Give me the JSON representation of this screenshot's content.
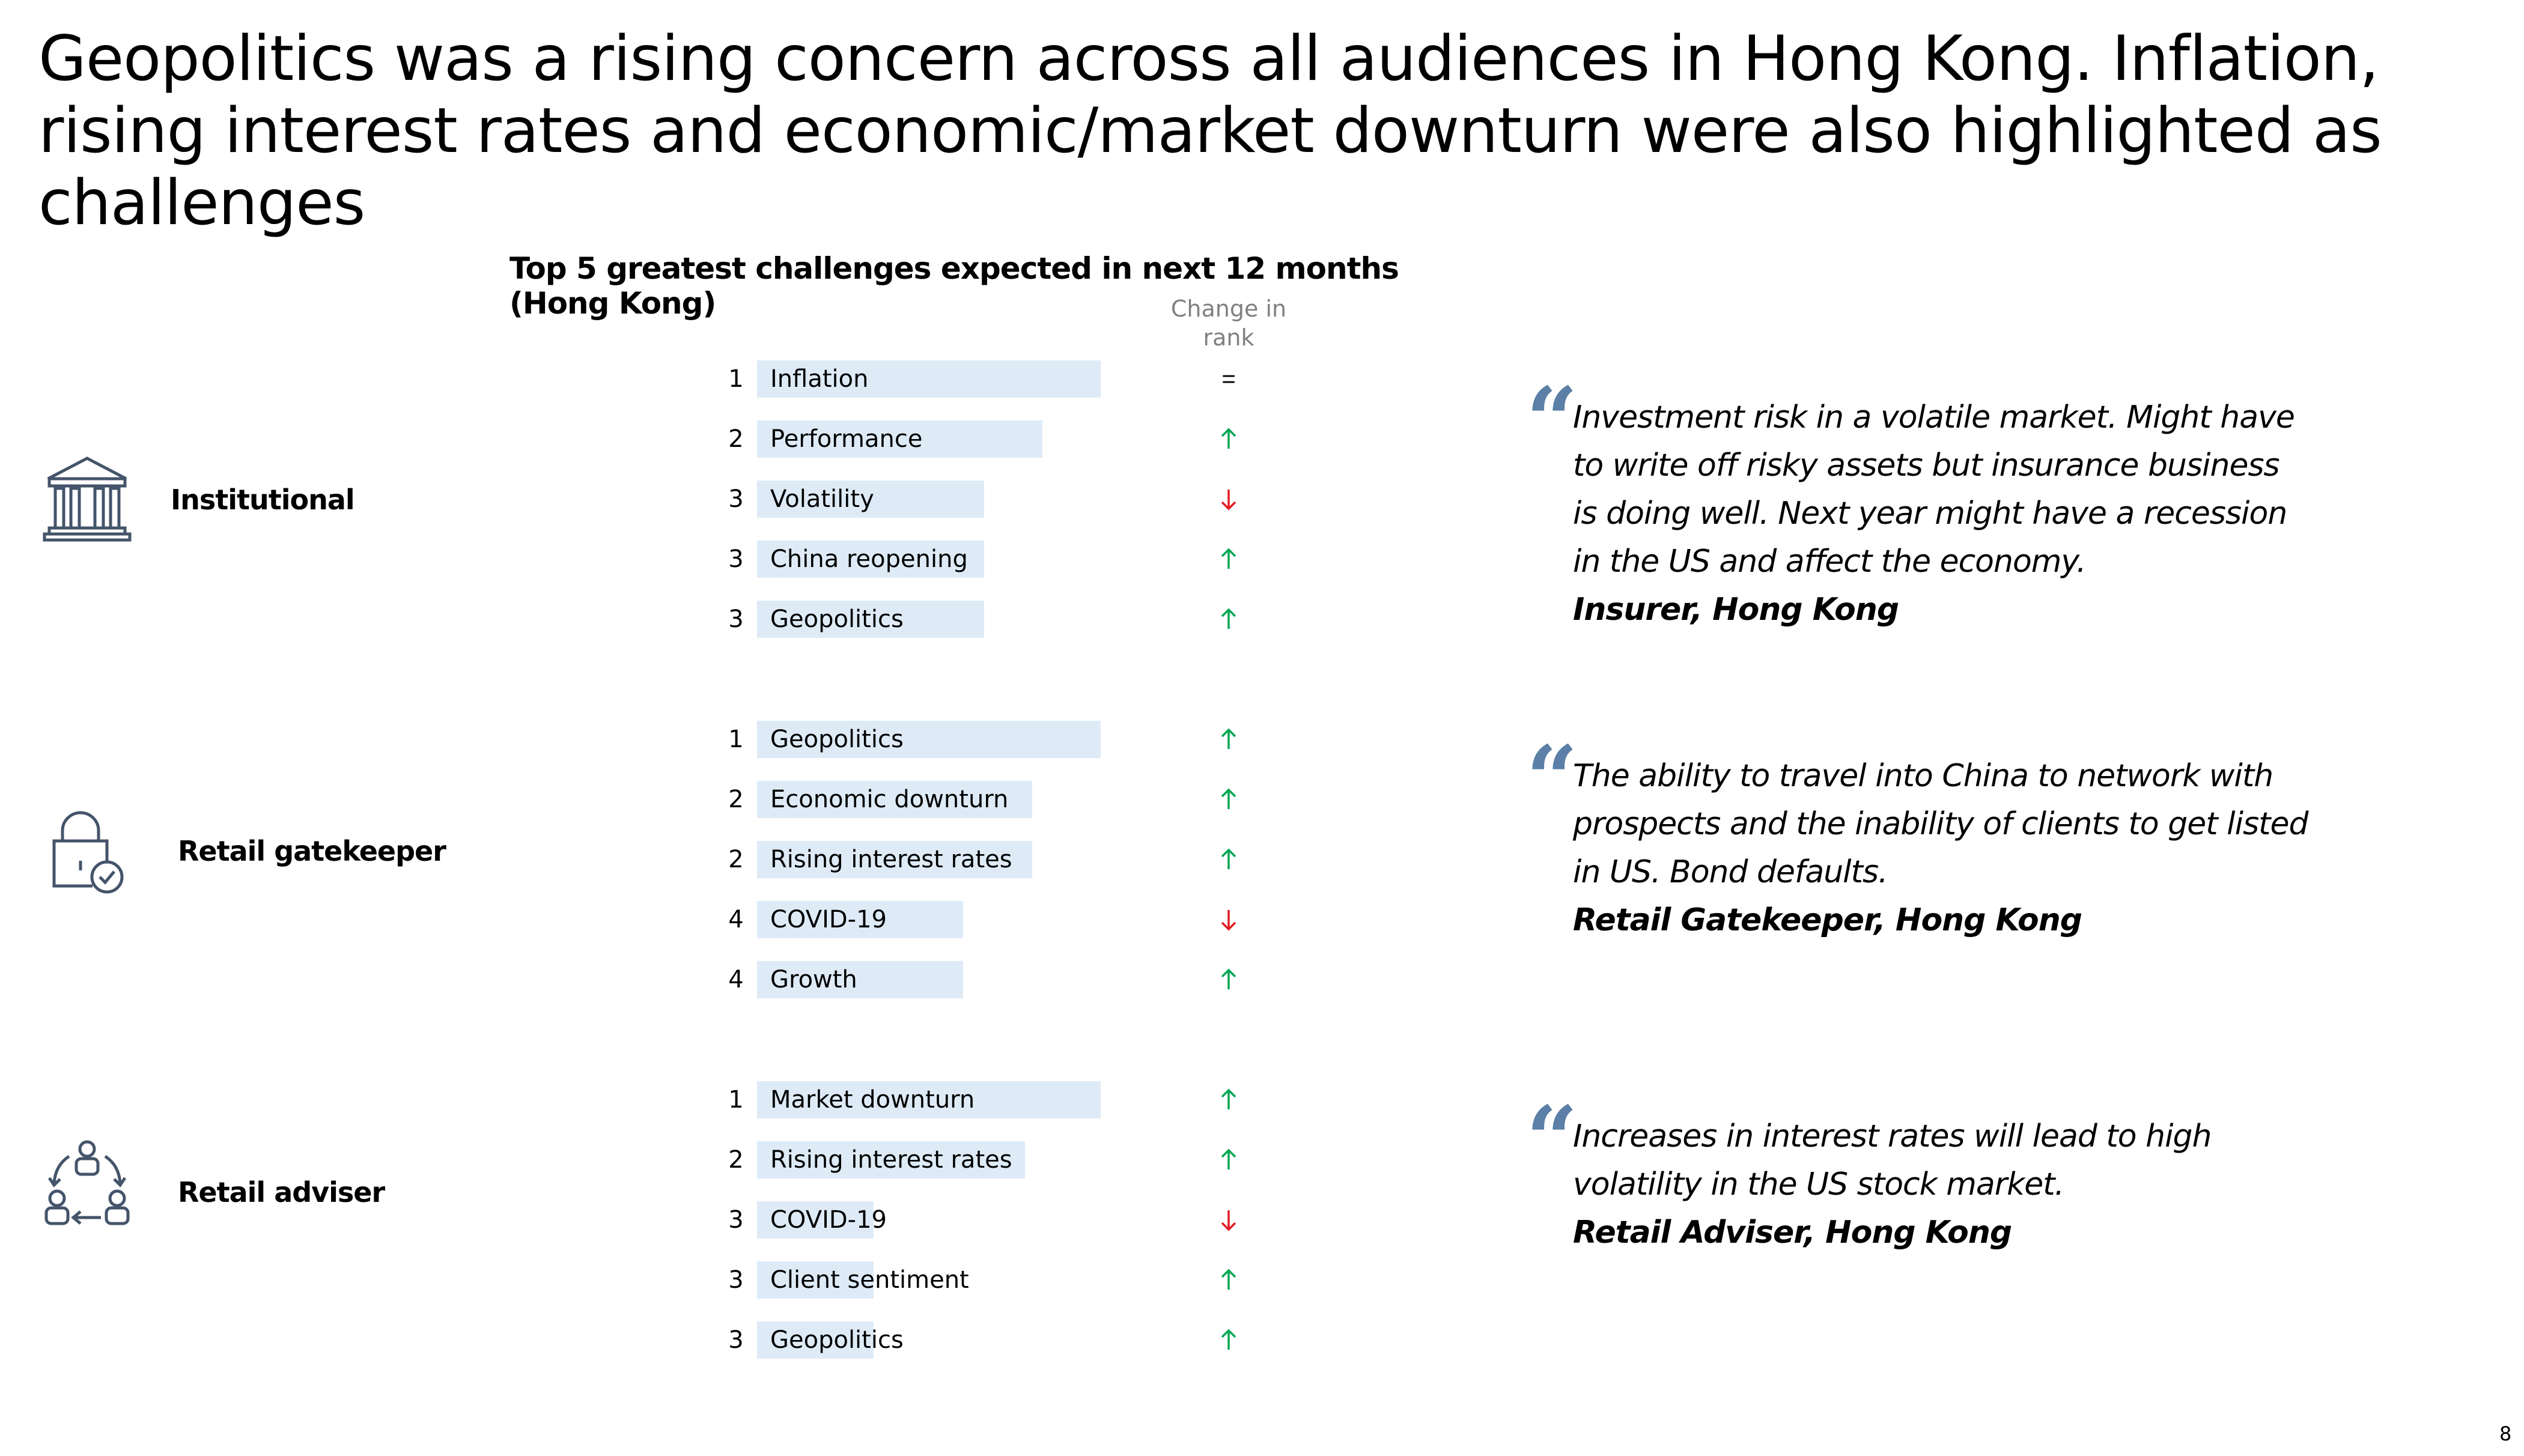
{
  "title": "Geopolitics was a rising concern across all audiences in Hong Kong. Inflation, rising interest rates and economic/market downturn were also highlighted as challenges",
  "chart_title": "Top 5 greatest challenges expected in next 12 months (Hong Kong)",
  "change_header": "Change in rank",
  "segments": [
    {
      "label": "Institutional",
      "icon": "bank-icon",
      "items": [
        {
          "rank": "1",
          "label": "Inflation",
          "bar": 1.0,
          "change": "same"
        },
        {
          "rank": "2",
          "label": "Performance",
          "bar": 0.83,
          "change": "up"
        },
        {
          "rank": "3",
          "label": "Volatility",
          "bar": 0.66,
          "change": "down"
        },
        {
          "rank": "3",
          "label": "China reopening",
          "bar": 0.66,
          "change": "up"
        },
        {
          "rank": "3",
          "label": "Geopolitics",
          "bar": 0.66,
          "change": "up"
        }
      ],
      "quote": {
        "text": "Investment risk in a volatile market. Might have to write off risky assets but insurance business is doing well. Next year might have a recession in the US and affect the economy.",
        "source": "Insurer, Hong Kong"
      }
    },
    {
      "label": "Retail gatekeeper",
      "icon": "lock-check-icon",
      "items": [
        {
          "rank": "1",
          "label": "Geopolitics",
          "bar": 1.0,
          "change": "up"
        },
        {
          "rank": "2",
          "label": "Economic downturn",
          "bar": 0.8,
          "change": "up"
        },
        {
          "rank": "2",
          "label": "Rising interest rates",
          "bar": 0.8,
          "change": "up"
        },
        {
          "rank": "4",
          "label": "COVID-19",
          "bar": 0.6,
          "change": "down"
        },
        {
          "rank": "4",
          "label": "Growth",
          "bar": 0.6,
          "change": "up"
        }
      ],
      "quote": {
        "text": "The ability to travel into China to network with prospects and the inability of clients to get listed in US. Bond defaults.",
        "source": "Retail Gatekeeper, Hong Kong"
      }
    },
    {
      "label": "Retail adviser",
      "icon": "people-cycle-icon",
      "items": [
        {
          "rank": "1",
          "label": "Market downturn",
          "bar": 1.0,
          "change": "up"
        },
        {
          "rank": "2",
          "label": "Rising interest rates",
          "bar": 0.78,
          "change": "up"
        },
        {
          "rank": "3",
          "label": "COVID-19",
          "bar": 0.34,
          "change": "down"
        },
        {
          "rank": "3",
          "label": "Client sentiment",
          "bar": 0.34,
          "change": "up"
        },
        {
          "rank": "3",
          "label": "Geopolitics",
          "bar": 0.34,
          "change": "up"
        }
      ],
      "quote": {
        "text": "Increases in interest rates will lead to high volatility in the US stock market.",
        "source": "Retail Adviser, Hong Kong"
      }
    }
  ],
  "colors": {
    "bar": "#deebf7",
    "up": "#00a651",
    "down": "#e31b23",
    "quote_mark": "#5b7fa6",
    "icon": "#44546a"
  },
  "page_number": "8"
}
